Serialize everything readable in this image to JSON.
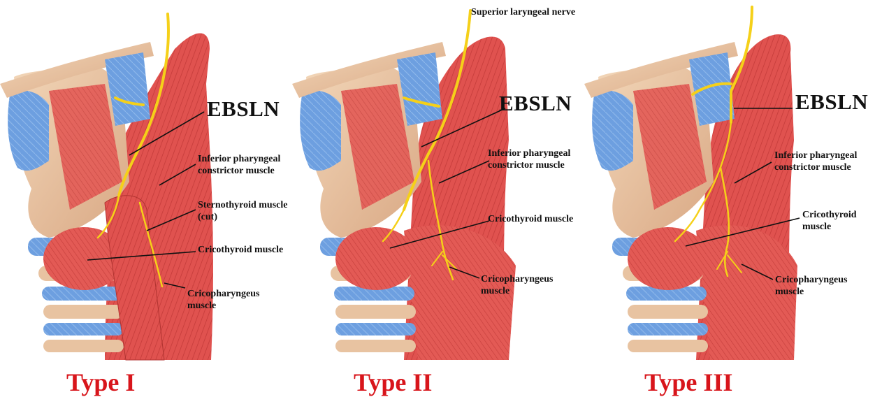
{
  "figure": {
    "panels": [
      {
        "type_label": "Type I",
        "labels": {
          "ebsln": "EBSLN",
          "inferior_1": "Inferior pharyngeal",
          "inferior_2": "constrictor muscle",
          "sternothyroid_1": "Sternothyroid muscle",
          "sternothyroid_2": "(cut)",
          "cricothyroid": "Cricothyroid muscle",
          "cricopharyngeus_1": "Cricopharyngeus",
          "cricopharyngeus_2": "muscle"
        }
      },
      {
        "type_label": "Type II",
        "labels": {
          "superior": "Superior laryngeal nerve",
          "ebsln": "EBSLN",
          "inferior_1": "Inferior pharyngeal",
          "inferior_2": "constrictor muscle",
          "cricothyroid": "Cricothyroid muscle",
          "cricopharyngeus_1": "Cricopharyngeus",
          "cricopharyngeus_2": "muscle"
        }
      },
      {
        "type_label": "Type III",
        "labels": {
          "ebsln": "EBSLN",
          "inferior_1": "Inferior pharyngeal",
          "inferior_2": "constrictor muscle",
          "cricothyroid_1": "Cricothyroid",
          "cricothyroid_2": "muscle",
          "cricopharyngeus_1": "Cricopharyngeus",
          "cricopharyngeus_2": "muscle"
        }
      }
    ],
    "colors": {
      "muscle": "#e0524f",
      "cartilage": "#e8c3a1",
      "membrane": "#5f93d9",
      "nerve": "#f5d019",
      "type_label": "#d8151b"
    }
  }
}
